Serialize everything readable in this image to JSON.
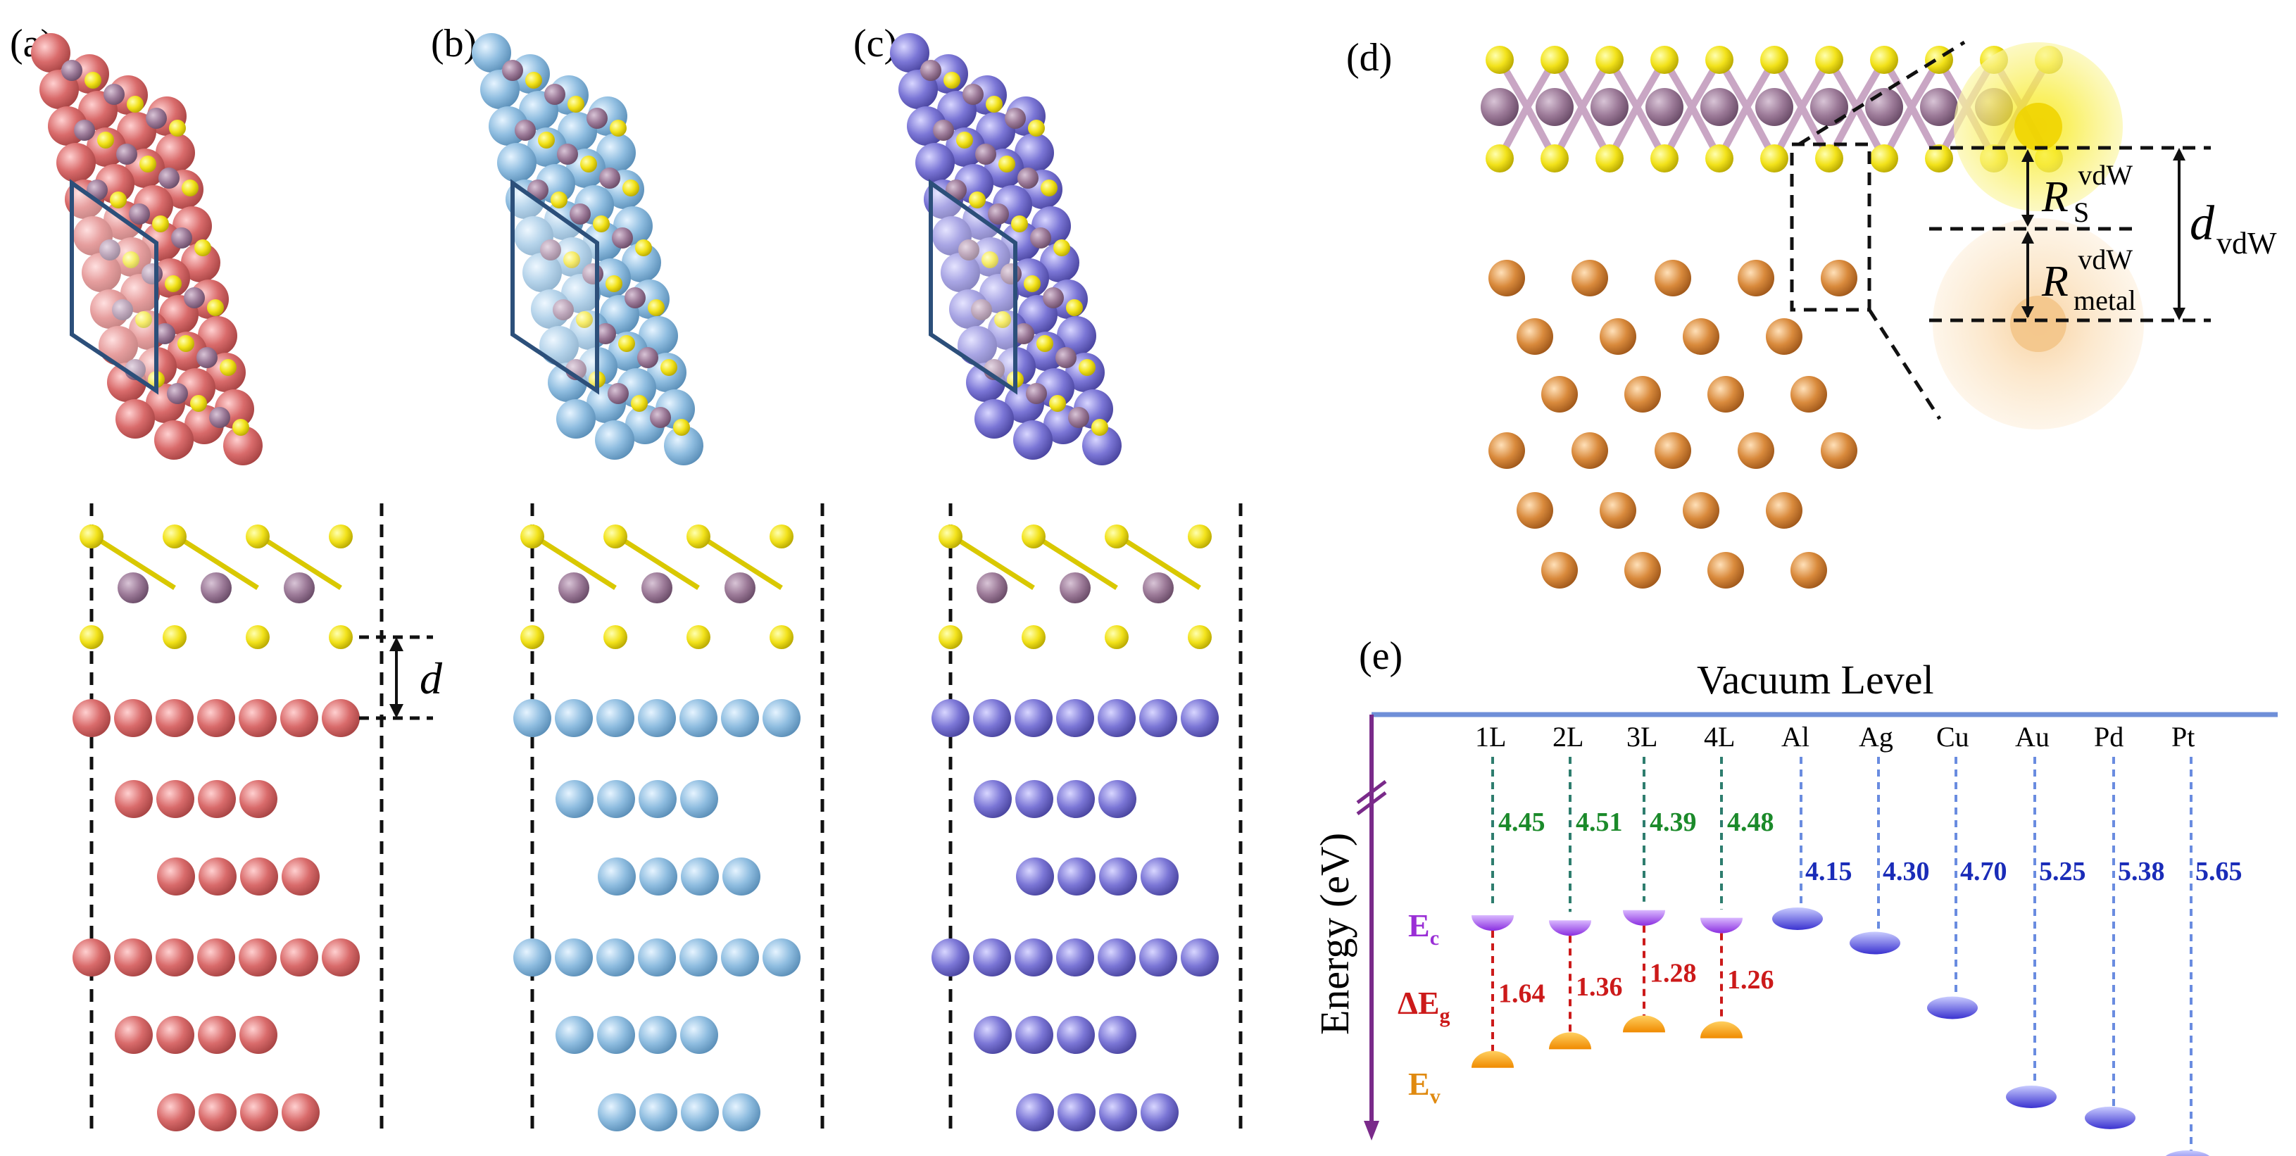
{
  "panels": {
    "a": {
      "label": "(a)",
      "substrate_color": "#d96b6b",
      "d_label": "d"
    },
    "b": {
      "label": "(b)",
      "substrate_color": "#8fbde0"
    },
    "c": {
      "label": "(c)",
      "substrate_color": "#7b76d6"
    },
    "d": {
      "label": "(d)",
      "metal_color": "#d98a3c",
      "R_S": {
        "main": "R",
        "sup": "vdW",
        "sub": "S"
      },
      "R_metal": {
        "main": "R",
        "sup": "vdW",
        "sub": "metal"
      },
      "d_vdW": {
        "main": "d",
        "sub": "vdW"
      }
    },
    "e": {
      "label": "(e)",
      "vacuum_level": "Vacuum Level",
      "axis_label": "Energy (eV)",
      "Ec_label": {
        "main": "E",
        "sub": "c"
      },
      "Eg_label": {
        "main": "ΔE",
        "sub": "g"
      },
      "Ev_label": {
        "main": "E",
        "sub": "v"
      },
      "colors": {
        "axis": "#7a2a8a",
        "vacuum": "#6f8fd8",
        "layer_line": "#2e7d6e",
        "metal_line": "#6a8ce0",
        "gap_line": "#cc1a1a",
        "affinity_text": "#1b8a2a",
        "gap_text": "#cc1a1a",
        "metal_text": "#1a2cb8",
        "Ec_label": "#9a2fd6",
        "Eg_label": "#cc1a1a",
        "Ev_label": "#e08a10"
      }
    }
  },
  "chart_data": {
    "type": "energy-level diagram",
    "layers": [
      {
        "name": "1L",
        "electron_affinity_eV": 4.45,
        "band_gap_eV": 1.64
      },
      {
        "name": "2L",
        "electron_affinity_eV": 4.51,
        "band_gap_eV": 1.36
      },
      {
        "name": "3L",
        "electron_affinity_eV": 4.39,
        "band_gap_eV": 1.28
      },
      {
        "name": "4L",
        "electron_affinity_eV": 4.48,
        "band_gap_eV": 1.26
      }
    ],
    "metals": [
      {
        "name": "Al",
        "work_function_eV": 4.15
      },
      {
        "name": "Ag",
        "work_function_eV": 4.3
      },
      {
        "name": "Cu",
        "work_function_eV": 4.7
      },
      {
        "name": "Au",
        "work_function_eV": 5.25
      },
      {
        "name": "Pd",
        "work_function_eV": 5.38
      },
      {
        "name": "Pt",
        "work_function_eV": 5.65
      }
    ]
  }
}
